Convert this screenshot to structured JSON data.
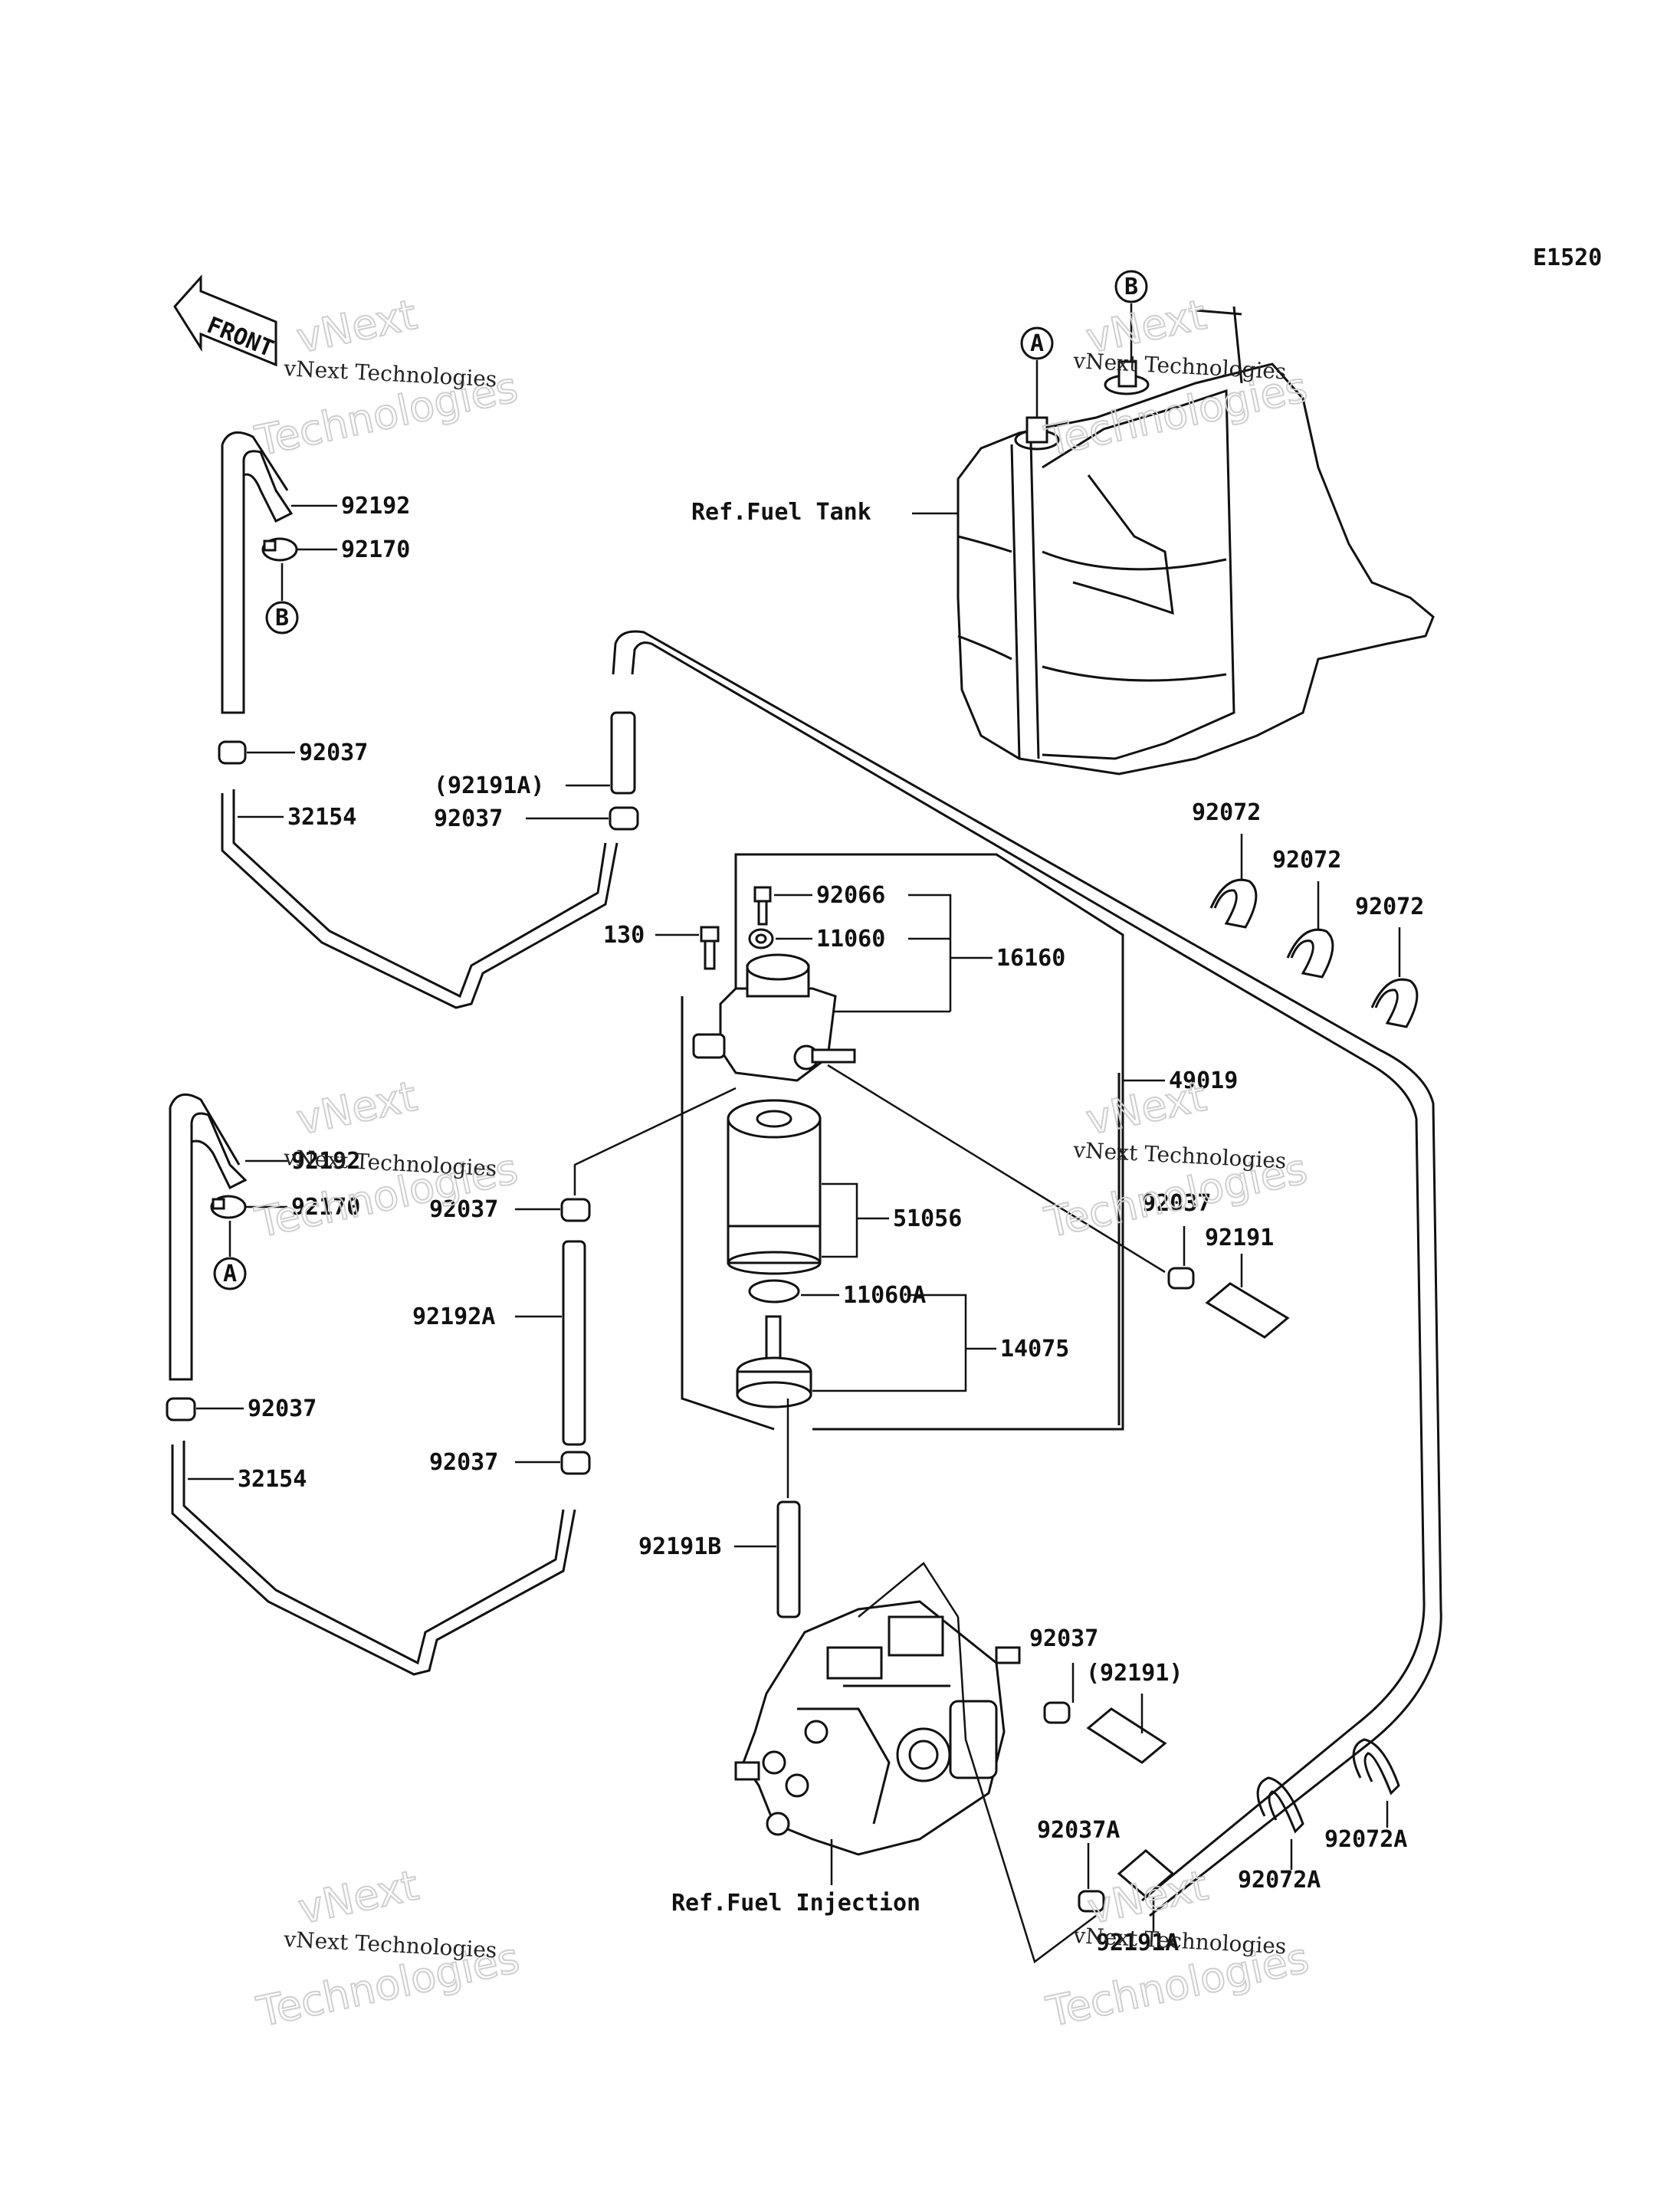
{
  "diagram_code": "E1520",
  "front_label": "FRONT",
  "connectors": {
    "A": "A",
    "B": "B"
  },
  "watermark": {
    "line1": "vNext",
    "line2": "Technologies",
    "full": "vNext Technologies"
  },
  "labels": {
    "ref_fuel_tank": "Ref.Fuel Tank",
    "ref_fuel_injection": "Ref.Fuel Injection",
    "p92192_top": "92192",
    "p92170_top": "92170",
    "p92037_top_left": "92037",
    "p32154_top": "32154",
    "p92191A_paren": "(92191A)",
    "p92037_mid_left": "92037",
    "p92066": "92066",
    "p11060": "11060",
    "p130": "130",
    "p16160": "16160",
    "p49019": "49019",
    "p92072_a": "92072",
    "p92072_b": "92072",
    "p92072_c": "92072",
    "p92192_bottom": "92192",
    "p92170_bottom": "92170",
    "p92037_filter": "92037",
    "p51056": "51056",
    "p92037_right": "92037",
    "p92191": "92191",
    "p11060A": "11060A",
    "p92192A": "92192A",
    "p14075": "14075",
    "p92037_bottom_left": "92037",
    "p32154_bottom": "32154",
    "p92037_lower": "92037",
    "p92191B": "92191B",
    "p92037_pump": "92037",
    "p92191_paren": "(92191)",
    "p92037A": "92037A",
    "p92191A": "92191A",
    "p92072A_a": "92072A",
    "p92072A_b": "92072A"
  }
}
